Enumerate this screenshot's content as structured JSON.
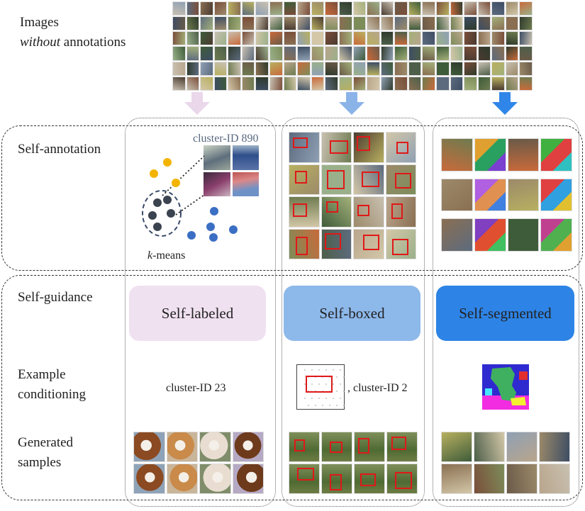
{
  "labels": {
    "images_line1": "Images",
    "images_italic": "without",
    "images_line2_rest": " annotations",
    "self_annotation": "Self-annotation",
    "self_guidance": "Self-guidance",
    "example_line1": "Example",
    "example_line2": "conditioning",
    "generated_line1": "Generated",
    "generated_line2": "samples"
  },
  "annotation": {
    "cluster_title": "cluster-ID 890",
    "kmeans_italic": "k",
    "kmeans_rest": "-means"
  },
  "columns": [
    {
      "pill": "Self-labeled",
      "pill_color": "#f0e1f0",
      "arrow_color": "#ead7ea",
      "condition_text": "cluster-ID 23"
    },
    {
      "pill": "Self-boxed",
      "pill_color": "#8db8ea",
      "arrow_color": "#8ab4e8",
      "condition_text": ", cluster-ID 2"
    },
    {
      "pill": "Self-segmented",
      "pill_color": "#2e84e6",
      "arrow_color": "#2f86e8",
      "condition_text": ""
    }
  ],
  "colors": {
    "cluster_yellow": "#f3b400",
    "cluster_dark": "#3b4350",
    "cluster_blue": "#3b6fc4",
    "box_red": "#e01818",
    "cluster_title_color": "#5a6a80"
  }
}
